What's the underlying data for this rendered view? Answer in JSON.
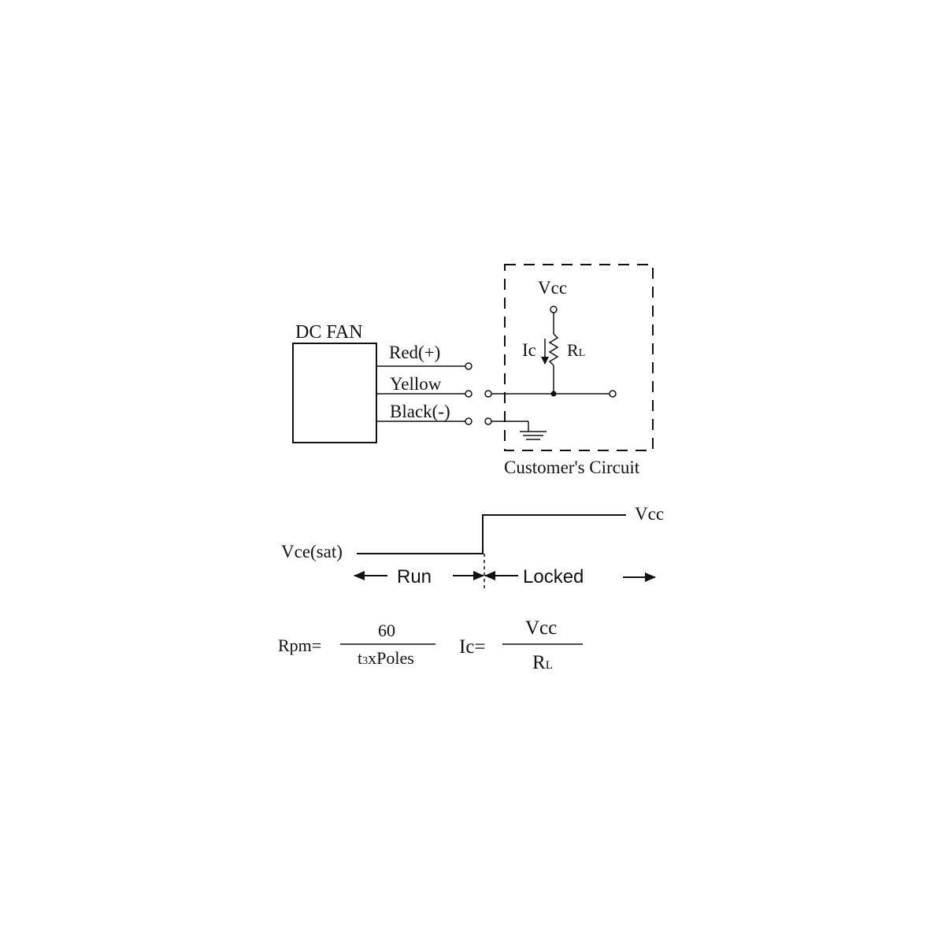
{
  "circuit": {
    "fan_label": "DC FAN",
    "wire_red": "Red(+)",
    "wire_yellow": "Yellow",
    "wire_black": "Black(-)",
    "vcc_label": "Vcc",
    "ic_label": "Ic",
    "rl_main": "R",
    "rl_sub": "L",
    "customer_circuit_label": "Customer's Circuit"
  },
  "waveform": {
    "low_label": "Vce(sat)",
    "high_label": "Vcc",
    "run_label": "Run",
    "locked_label": "Locked"
  },
  "formulas": {
    "rpm_lhs": "Rpm=",
    "rpm_numerator": "60",
    "rpm_den_t": "t",
    "rpm_den_sub": "3",
    "rpm_den_rest": "xPoles",
    "ic_lhs": "Ic=",
    "ic_numerator": "Vcc",
    "ic_den_main": "R",
    "ic_den_sub": "L"
  }
}
